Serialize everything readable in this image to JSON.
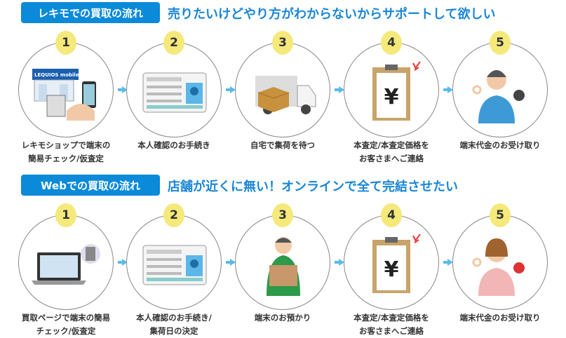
{
  "store_flow": {
    "title": "レキモでの買取の流れ",
    "subtitle": "売りたいけどやり方がわからないからサポートして欲しい",
    "steps": [
      {
        "num": "1",
        "line1": "レキモショップで端末の",
        "line2": "簡易チェック/仮査定",
        "logo": "LEQUIOS mobile"
      },
      {
        "num": "2",
        "line1": "本人確認のお手続き",
        "line2": ""
      },
      {
        "num": "3",
        "line1": "自宅で集荷を待つ",
        "line2": ""
      },
      {
        "num": "4",
        "line1": "本査定/本査定価格を",
        "line2": "お客さまへご連絡",
        "symbol": "¥"
      },
      {
        "num": "5",
        "line1": "端末代金のお受け取り",
        "line2": ""
      }
    ]
  },
  "web_flow": {
    "title": "Webでの買取の流れ",
    "subtitle": "店舗が近くに無い！オンラインで全て完結させたい",
    "steps": [
      {
        "num": "1",
        "line1": "買取ページで端末の簡易",
        "line2": "チェック/仮査定"
      },
      {
        "num": "2",
        "line1": "本人確認のお手続き/",
        "line2": "集荷日の決定"
      },
      {
        "num": "3",
        "line1": "端末のお預かり",
        "line2": ""
      },
      {
        "num": "4",
        "line1": "本査定/本査定価格を",
        "line2": "お客さまへご連絡",
        "symbol": "¥"
      },
      {
        "num": "5",
        "line1": "端末代金のお受け取り",
        "line2": ""
      }
    ]
  },
  "colors": {
    "accent": "#0a8ad8",
    "badge": "#f4e97a",
    "arrow": "#5bbbe8"
  }
}
